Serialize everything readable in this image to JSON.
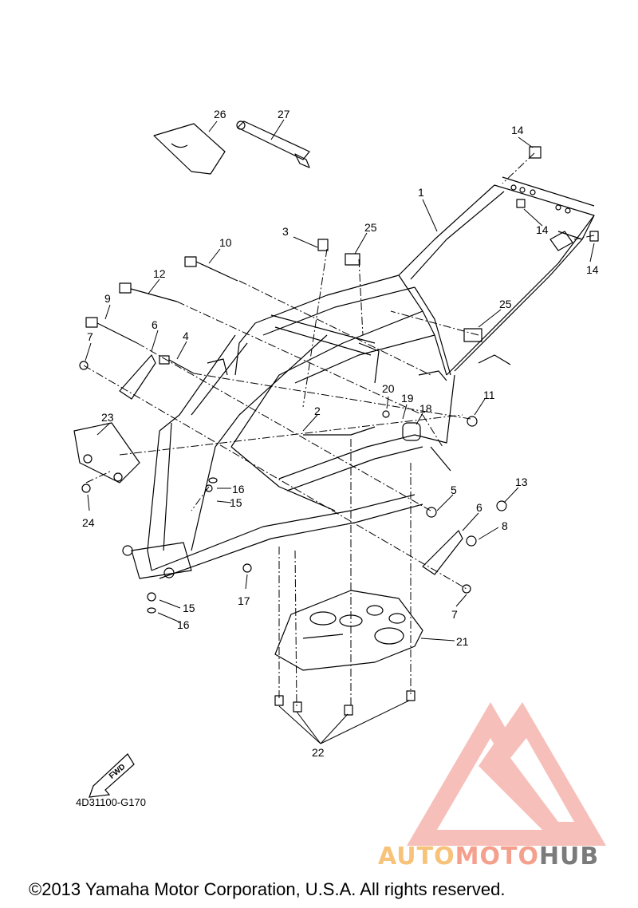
{
  "callouts": [
    "1",
    "2",
    "3",
    "4",
    "5",
    "5",
    "6",
    "6",
    "7",
    "7",
    "8",
    "9",
    "10",
    "11",
    "12",
    "13",
    "14",
    "14",
    "14",
    "15",
    "15",
    "16",
    "16",
    "17",
    "18",
    "19",
    "20",
    "21",
    "22",
    "23",
    "24",
    "25",
    "25",
    "26",
    "27"
  ],
  "part_code": "4D31100-G170",
  "fwd_label": "FWD",
  "copyright": "©2013 Yamaha Motor Corporation, U.S.A. All rights reserved.",
  "watermark": {
    "part1": "AUTO",
    "part2": "MOTO",
    "part3": "HUB",
    "colors": {
      "auto": "#f7c27a",
      "moto": "#f4a08c",
      "hub": "#7b7b7b",
      "logo": "#f28c82"
    }
  }
}
